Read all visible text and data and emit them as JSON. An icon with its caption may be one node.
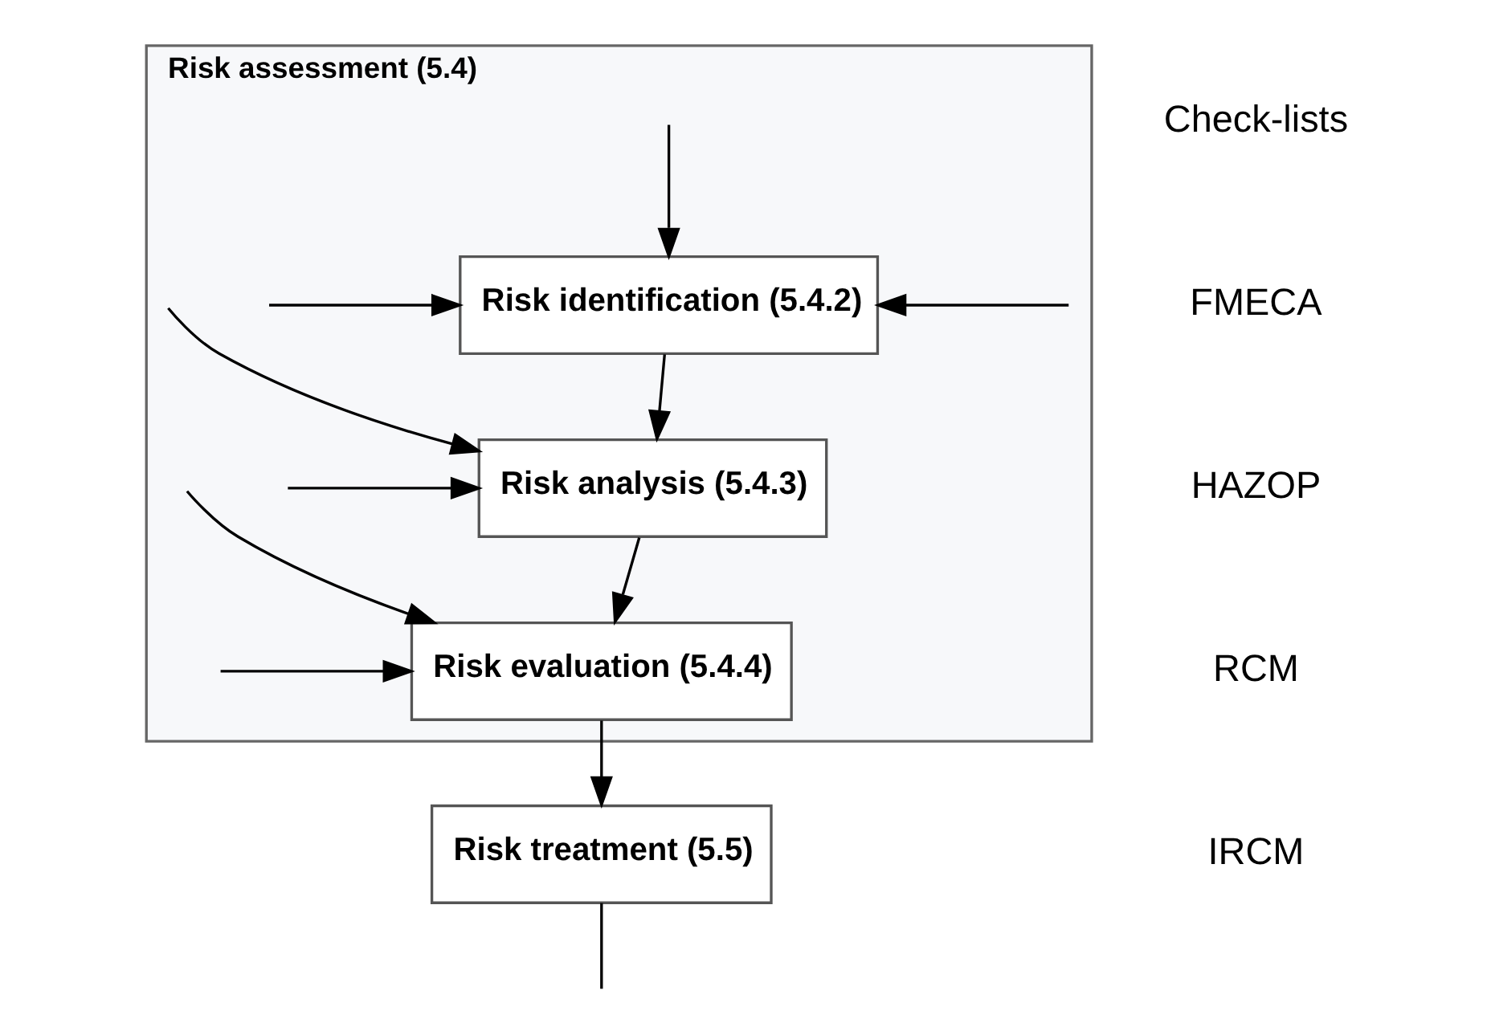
{
  "diagram": {
    "nodes": [
      {
        "text": [
          "Risk assessment (5.4)"
        ]
      },
      {
        "text": [
          "Risk identification (5.4.2)"
        ],
        "in": 0
      },
      {
        "text": [
          "Risk analysis (5.4.3)"
        ],
        "in": 0
      },
      {
        "text": [
          "Risk evaluation (5.4.4)"
        ],
        "in": 0
      },
      {
        "text": [
          "Risk treatment (5.5)"
        ]
      }
    ],
    "edges": [
      {
        "from": null,
        "to": 1,
        "arrow": "to"
      },
      {
        "from": null,
        "to": 1,
        "arrow": "to"
      },
      {
        "from": null,
        "to": 1,
        "arrow": "to"
      },
      {
        "from": 1,
        "to": 2,
        "arrow": "to"
      },
      {
        "from": null,
        "to": 2,
        "arrow": "to"
      },
      {
        "from": null,
        "to": 2,
        "arrow": "to"
      },
      {
        "from": 2,
        "to": 3,
        "arrow": "to"
      },
      {
        "from": null,
        "to": 3,
        "arrow": "to"
      },
      {
        "from": null,
        "to": 3,
        "arrow": "to"
      },
      {
        "from": 3,
        "to": 4,
        "arrow": "to"
      },
      {
        "from": 4,
        "to": null,
        "arrow": "none"
      }
    ],
    "labels": [
      "Check-lists",
      "FMECA",
      "HAZOP",
      "RCM",
      "IRCM"
    ]
  }
}
